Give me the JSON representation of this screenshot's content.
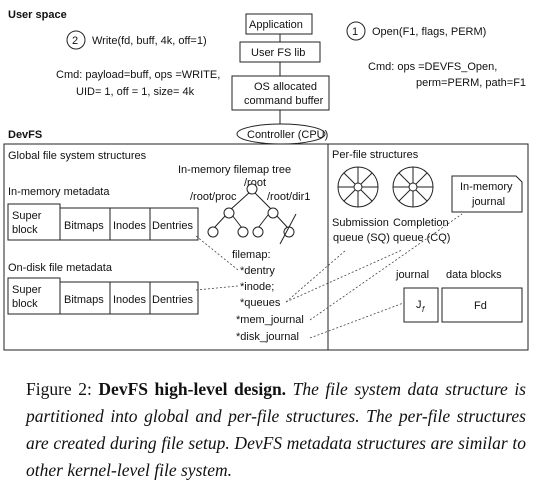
{
  "user_space": {
    "label": "User space",
    "step2_num": "2",
    "step2_text": "Write(fd, buff, 4k, off=1)",
    "cmd_line1": "Cmd: payload=buff,  ops =WRITE,",
    "cmd_line2": "UID= 1, off = 1,  size= 4k",
    "application": "Application",
    "user_fs_lib": "User FS lib",
    "os_buffer_line1": "OS allocated",
    "os_buffer_line2": "command buffer",
    "step1_num": "1",
    "step1_text": "Open(F1, flags, PERM)",
    "open_cmd_line1": "Cmd: ops =DEVFS_Open,",
    "open_cmd_line2": "perm=PERM, path=F1"
  },
  "controller": "Controller (CPU)",
  "devfs": {
    "label": "DevFS",
    "global_title": "Global file system structures",
    "filemap_tree_title": "In-memory filemap tree",
    "tree_root": "/root",
    "tree_proc": "/root/proc",
    "tree_dir1": "/root/dir1",
    "inmem_meta_label": "In-memory metadata",
    "ondisk_meta_label": "On-disk file metadata",
    "meta_items": [
      "Super block",
      "Bitmaps",
      "Inodes",
      "Dentries"
    ],
    "filemap_label": "filemap:",
    "filemap_fields": [
      "*dentry",
      "*inode;",
      "*queues",
      "*mem_journal",
      "*disk_journal"
    ],
    "perfile_title": "Per-file structures",
    "inmem_journal_line1": "In-memory",
    "inmem_journal_line2": "journal",
    "sq_line1": "Submission",
    "sq_line2": "queue (SQ)",
    "cq_line1": "Completion",
    "cq_line2": "queue (CQ)",
    "journal_label": "journal",
    "data_blocks_label": "data blocks",
    "journal_box": "J",
    "journal_sub": "f",
    "data_box": "Fd"
  },
  "caption": {
    "label": "Figure 2:",
    "title": "DevFS high-level design.",
    "body": "The file system data structure is partitioned into global and per-file structures. The per-file structures are created during file setup. DevFS metadata structures are similar to other kernel-level file system."
  }
}
